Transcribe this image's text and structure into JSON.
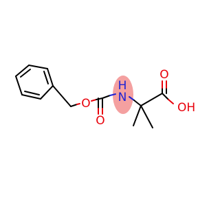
{
  "molecule": {
    "atoms": {
      "ester_oxygen": "O",
      "carbonyl_oxygen": "O",
      "nitrogen": "N",
      "nitrogen_hydrogen": "H",
      "acid_oxygen": "O",
      "hydroxyl": "OH"
    },
    "colors": {
      "bond": "#000000",
      "oxygen": "#e8000b",
      "nitrogen": "#1e22d4",
      "highlight": "#f4a0a0"
    }
  }
}
